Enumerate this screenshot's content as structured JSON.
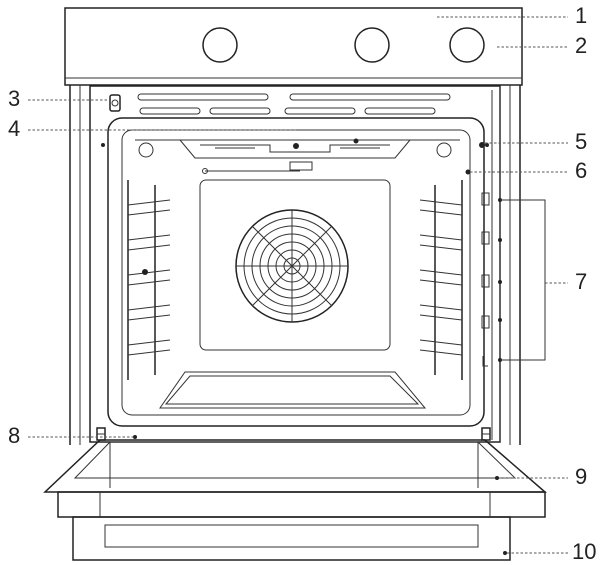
{
  "diagram": {
    "callouts": [
      {
        "id": "control-panel",
        "number": "1"
      },
      {
        "id": "control-knob",
        "number": "2"
      },
      {
        "id": "door-switch",
        "number": "3"
      },
      {
        "id": "grill-element",
        "number": "4"
      },
      {
        "id": "oven-lamp",
        "number": "5"
      },
      {
        "id": "cooling-fan",
        "number": "6"
      },
      {
        "id": "shelf-positions",
        "number": "7"
      },
      {
        "id": "door-hinge",
        "number": "8"
      },
      {
        "id": "oven-door",
        "number": "9"
      },
      {
        "id": "bottom-panel",
        "number": "10"
      }
    ]
  }
}
